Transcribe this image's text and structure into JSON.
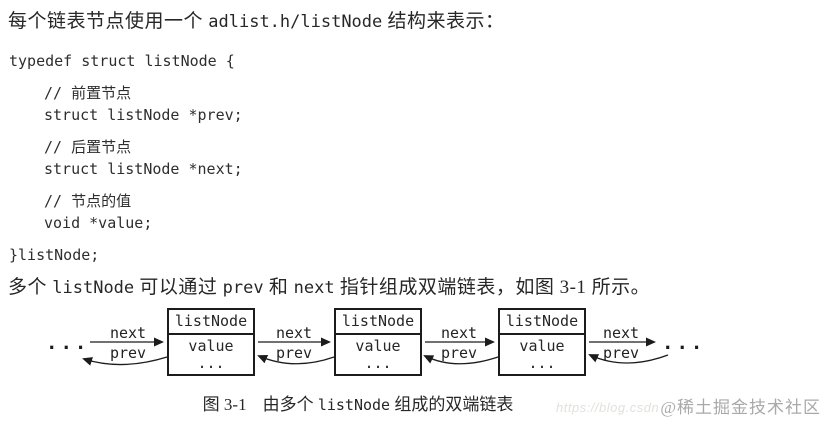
{
  "colors": {
    "background": "#ffffff",
    "text": "#272727",
    "diagram_line": "#1c1c1c",
    "watermark_gray": "#a9a9a9",
    "watermark_faint": "#e2e1de"
  },
  "intro": {
    "prefix": "每个链表节点使用一个 ",
    "code": "adlist.h/listNode",
    "suffix": " 结构来表示："
  },
  "code_block": {
    "lines": [
      {
        "text": "typedef struct listNode {"
      },
      {
        "text": "// 前置节点"
      },
      {
        "text": "struct listNode *prev;"
      },
      {
        "text": "// 后置节点"
      },
      {
        "text": "struct listNode *next;"
      },
      {
        "text": "// 节点的值"
      },
      {
        "text": "void *value;"
      },
      {
        "text": "}listNode;"
      }
    ]
  },
  "paragraph": {
    "part1": "多个 ",
    "code1": "listNode",
    "part2": " 可以通过 ",
    "code2": "prev",
    "part3": " 和 ",
    "code3": "next",
    "part4": " 指针组成双端链表，如图 3-1 所示。"
  },
  "diagram": {
    "ellipsis_left": "...",
    "ellipsis_right": "...",
    "next_label": "next",
    "prev_label": "prev",
    "nodes": [
      {
        "title": "listNode",
        "value": "value",
        "more": "..."
      },
      {
        "title": "listNode",
        "value": "value",
        "more": "..."
      },
      {
        "title": "listNode",
        "value": "value",
        "more": "..."
      }
    ]
  },
  "caption": {
    "figure_label": "图 3-1",
    "pre_code": "由多个 ",
    "code": "listNode",
    "post_code": " 组成的双端链表"
  },
  "watermark": {
    "url": "https://blog.csdn",
    "community": "@稀土掘金技术社区"
  }
}
